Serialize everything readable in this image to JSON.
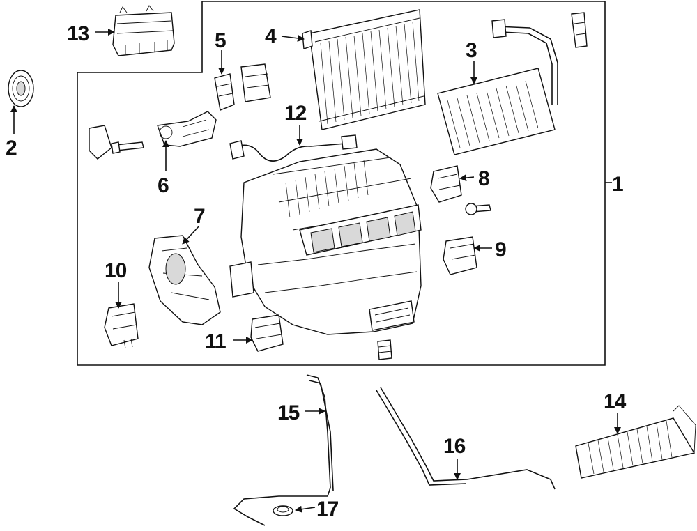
{
  "callouts": {
    "c1": "1",
    "c2": "2",
    "c3": "3",
    "c4": "4",
    "c5": "5",
    "c6": "6",
    "c7": "7",
    "c8": "8",
    "c9": "9",
    "c10": "10",
    "c11": "11",
    "c12": "12",
    "c13": "13",
    "c14": "14",
    "c15": "15",
    "c16": "16",
    "c17": "17"
  },
  "colors": {
    "line": "#111111",
    "background": "#ffffff",
    "shade": "#d9d9d9"
  }
}
